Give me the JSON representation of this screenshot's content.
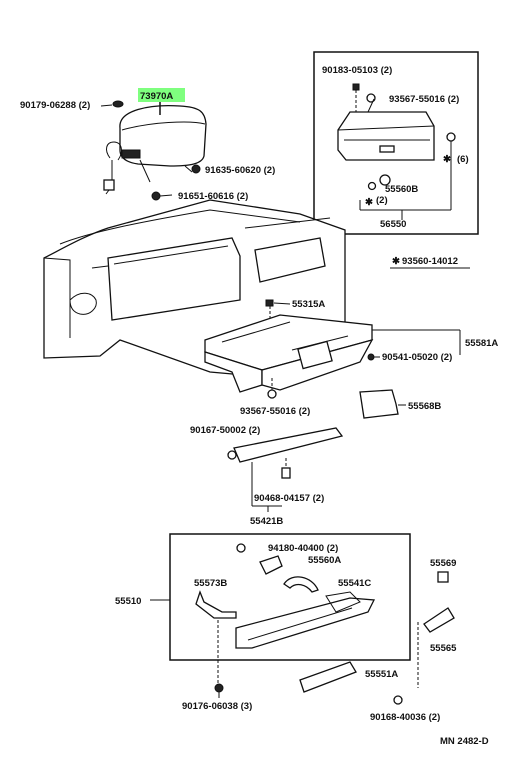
{
  "highlight_color": "#7fff7f",
  "labels": {
    "p_73970A": "73970A",
    "p_90179_06288": "90179-06288 (2)",
    "p_91635_60620": "91635-60620 (2)",
    "p_91651_60616": "91651-60616 (2)",
    "p_90183_05103": "90183-05103 (2)",
    "p_93567_55016_top": "93567-55016 (2)",
    "p_star_6": "(6)",
    "p_55560B": "55560B",
    "p_star_2": "(2)",
    "p_56550": "56550",
    "p_93560_14012": "93560-14012",
    "p_55315A": "55315A",
    "p_55581A": "55581A",
    "p_90541_05020": "90541-05020 (2)",
    "p_93567_55016_mid": "93567-55016 (2)",
    "p_55568B": "55568B",
    "p_90167_50002": "90167-50002 (2)",
    "p_90468_04157": "90468-04157 (2)",
    "p_55421B": "55421B",
    "p_94180_40400": "94180-40400 (2)",
    "p_55560A": "55560A",
    "p_55573B": "55573B",
    "p_55541C": "55541C",
    "p_55510": "55510",
    "p_55569": "55569",
    "p_55565": "55565",
    "p_55551A": "55551A",
    "p_90176_06038": "90176-06038 (3)",
    "p_90168_40036": "90168-40036 (2)",
    "diagram_code": "MN  2482-D"
  }
}
